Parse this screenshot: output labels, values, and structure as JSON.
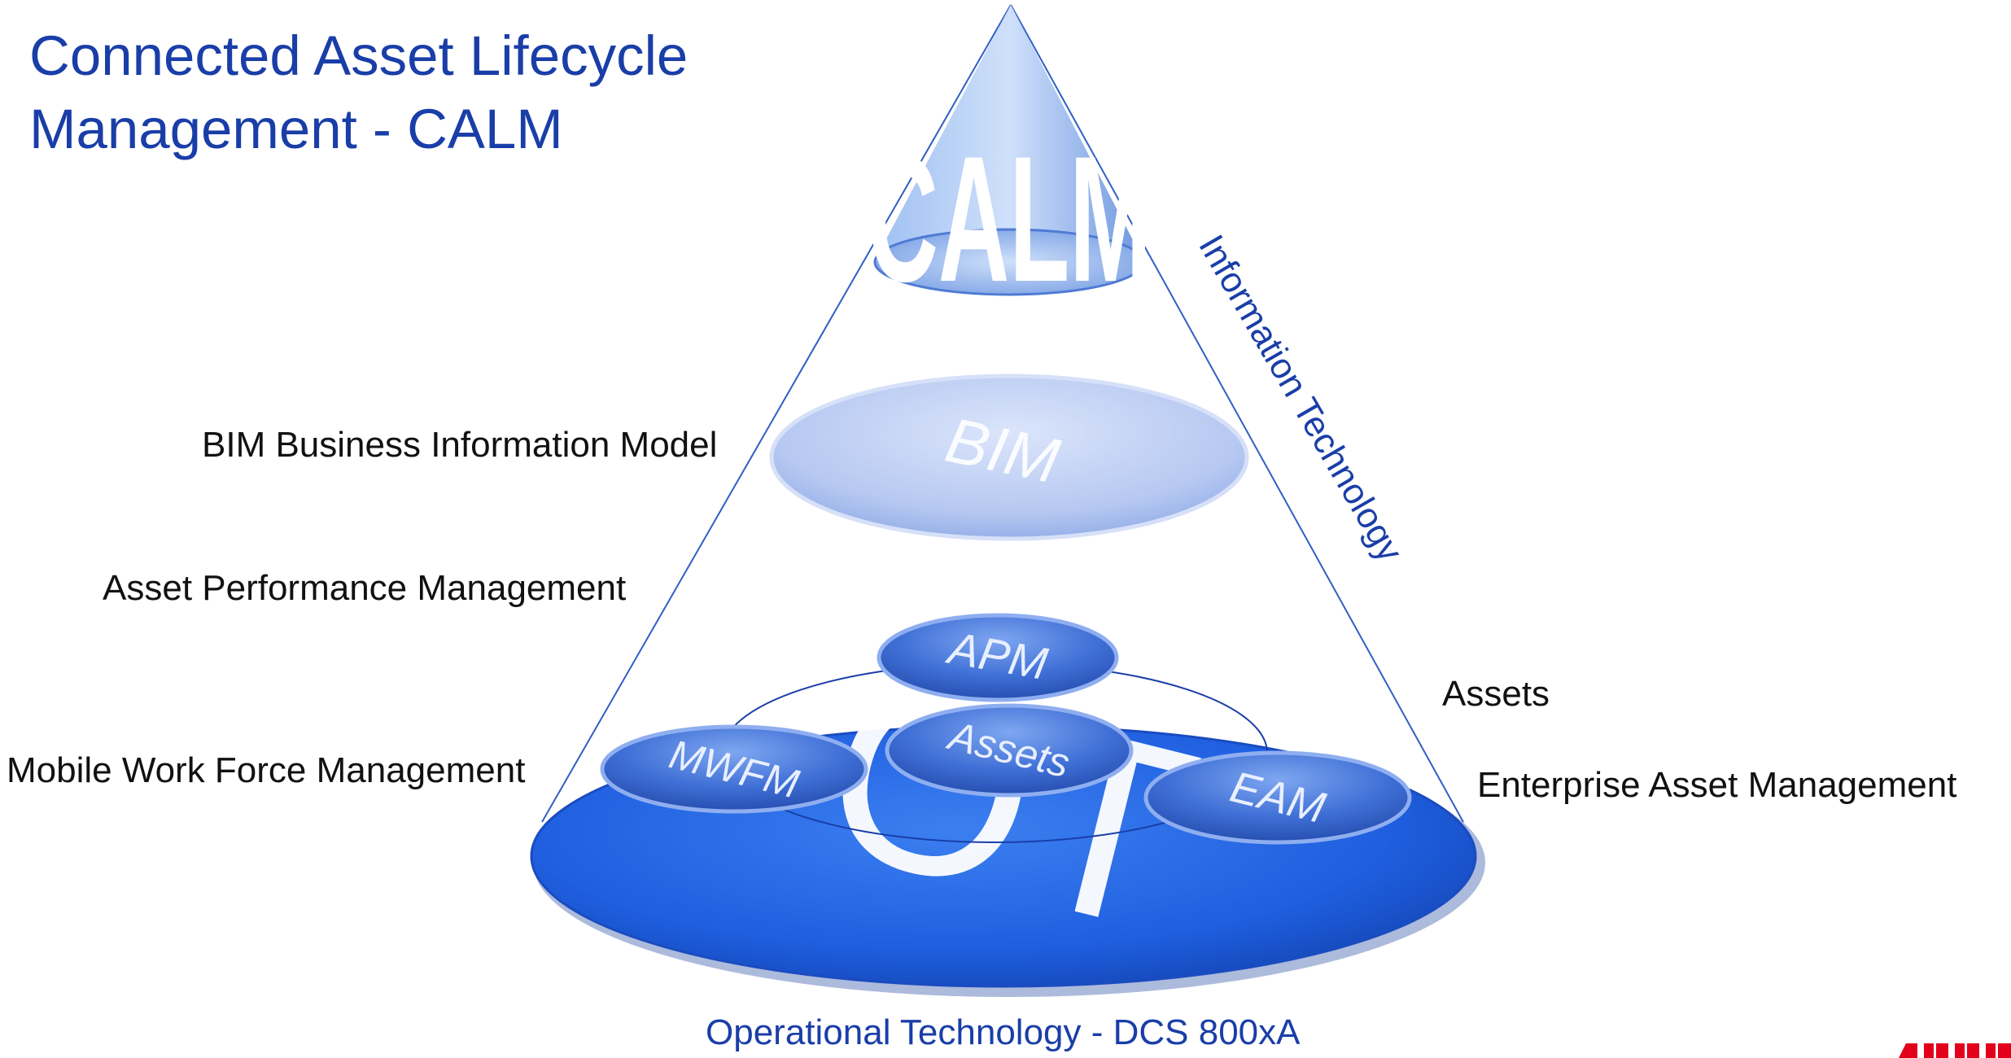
{
  "title": {
    "line1": "Connected Asset Lifecycle",
    "line2": "Management - CALM"
  },
  "cone": {
    "apex_label": "CALM",
    "side_label": "Information Technology"
  },
  "layers": {
    "bim": "BIM",
    "apm": "APM",
    "mwfm": "MWFM",
    "assets": "Assets",
    "eam": "EAM",
    "ot": "OT"
  },
  "labels": {
    "bim": "BIM Business Information Model",
    "apm": "Asset Performance Management",
    "mwfm": "Mobile Work Force Management",
    "assets": "Assets",
    "eam": "Enterprise Asset Management"
  },
  "footer": {
    "operational": "Operational Technology - DCS 800xA",
    "logo_text": "ABB"
  },
  "colors": {
    "title": "#1a3ea8",
    "cone_line": "#2f5fc4",
    "ot_disk": "#2563e0",
    "bim_disk": "#b9c9f0",
    "small_disk": "#3f6fd6",
    "logo": "#e2001a"
  }
}
